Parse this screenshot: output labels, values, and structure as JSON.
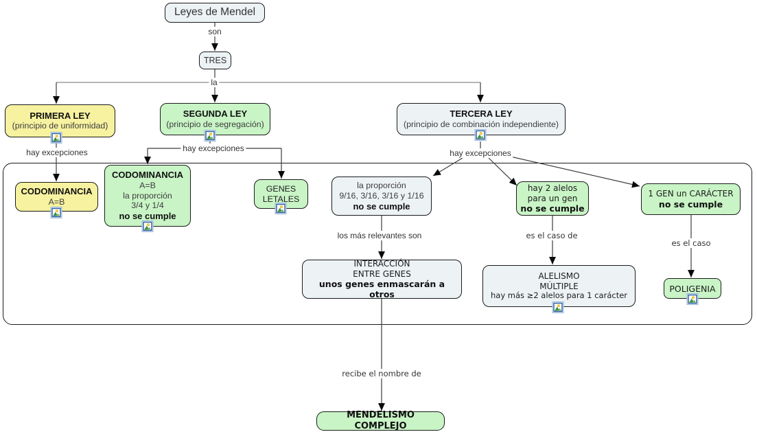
{
  "colors": {
    "yellow": "#f7f2a0",
    "green": "#c9f4c6",
    "light": "#edf2f5",
    "border": "#1a1a1a",
    "line": "#3c3c3c"
  },
  "icons": {
    "resource": "image-icon"
  },
  "nodes": {
    "root": {
      "label": "Leyes de Mendel"
    },
    "tres": {
      "label": "TRES"
    },
    "primera_ley": {
      "title": "PRIMERA LEY",
      "subtitle": "(principio de uniformidad)"
    },
    "segunda_ley": {
      "title": "SEGUNDA LEY",
      "subtitle": "(principio de segregación)"
    },
    "tercera_ley": {
      "title": "TERCERA LEY",
      "subtitle": "(principio de combinación independiente)"
    },
    "codominancia_primera": {
      "title": "CODOMINANCIA",
      "line1": "A=B"
    },
    "codominancia_segunda": {
      "title": "CODOMINANCIA",
      "line1": "A=B",
      "line2": "la proporción",
      "line3": "3/4 y 1/4",
      "line4": "no se cumple"
    },
    "genes_letales": {
      "line1": "GENES",
      "line2": "LETALES"
    },
    "proporcion_tercera": {
      "line1": "la proporción",
      "line2": "9/16, 3/16, 3/16 y 1/16",
      "line3": "no se cumple"
    },
    "dos_alelos": {
      "line1": "hay 2 alelos",
      "line2": "para un gen",
      "line3": "no se cumple"
    },
    "gen_caracter": {
      "line1": "1 GEN un CARÁCTER",
      "line2": "no se cumple"
    },
    "interaccion_genes": {
      "line1": "INTERACCIÓN",
      "line2": "ENTRE GENES",
      "line3": "unos genes enmascarán a otros"
    },
    "alelismo_multiple": {
      "line1": "ALELISMO",
      "line2": "MÚLTIPLE",
      "line3": "hay más ≥2 alelos para 1 carácter"
    },
    "poligenia": {
      "label": "POLIGENIA"
    },
    "mendelismo_complejo": {
      "label": "MENDELISMO COMPLEJO"
    }
  },
  "edge_labels": {
    "son": "son",
    "la": "la",
    "hay_excepciones_primera": "hay excepciones",
    "hay_excepciones_segunda": "hay excepciones",
    "hay_excepciones_tercera": "hay excepciones",
    "los_mas_relevantes": "los más relevantes son",
    "es_el_caso_de": "es el caso de",
    "es_el_caso": "es el caso",
    "recibe_el_nombre": "recibe el nombre de"
  }
}
